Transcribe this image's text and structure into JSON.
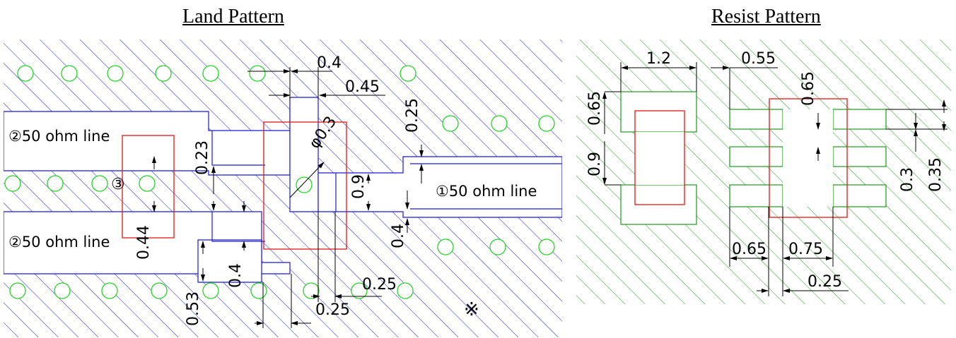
{
  "titles": {
    "land": "Land Pattern",
    "resist": "Resist Pattern"
  },
  "land_labels": {
    "line2_top": "②50 ohm line",
    "line2_bottom": "②50 ohm line",
    "line1": "①50 ohm line",
    "marker3": "③",
    "note_mark": "※"
  },
  "land_dims": {
    "d_0_4_top": "0.4",
    "d_0_45": "0.45",
    "d_0_25_vert": "0.25",
    "d_phi_0_3": "φ0.3",
    "d_0_23": "0.23",
    "d_0_9": "0.9",
    "d_0_44": "0.44",
    "d_0_4_right": "0.4",
    "d_0_4_bottom": "0.4",
    "d_0_53": "0.53",
    "d_0_25_right": "0.25",
    "d_0_25_bottom": "0.25"
  },
  "resist_dims": {
    "d_1_2": "1.2",
    "d_0_55": "0.55",
    "d_0_65_top": "0.65",
    "d_0_65_left": "0.65",
    "d_0_9": "0.9",
    "d_0_3": "0.3",
    "d_0_35": "0.35",
    "d_0_65_bottom": "0.65",
    "d_0_75": "0.75",
    "d_0_25": "0.25"
  },
  "colors": {
    "land_hatch": "#1a1ad6",
    "resist_hatch": "#1f9a1f",
    "via": "#27d327",
    "outline_red": "#e01818",
    "dimension": "#000000"
  }
}
